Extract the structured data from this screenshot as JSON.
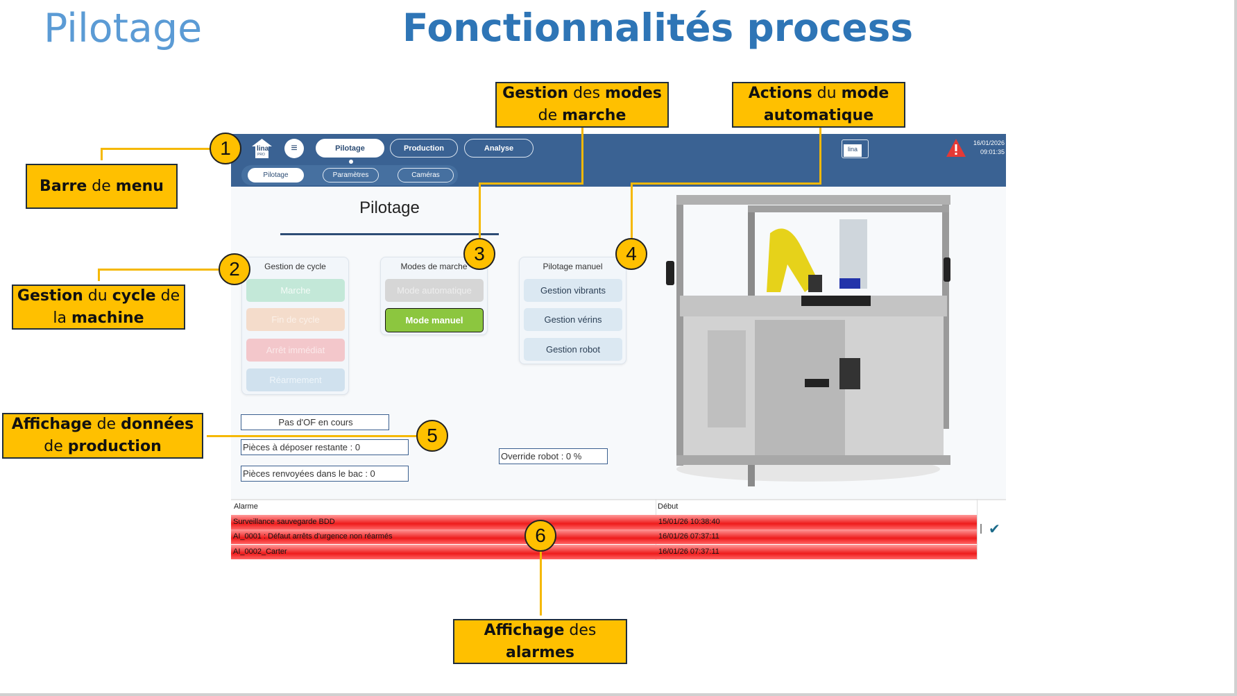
{
  "slide": {
    "title_left": "Pilotage",
    "title_main": "Fonctionnalités process"
  },
  "callouts": {
    "menu": [
      {
        "t": "Barre",
        "b": true
      },
      {
        "t": " de ",
        "b": false
      },
      {
        "t": "menu",
        "b": true
      }
    ],
    "cycle": [
      {
        "t": "Gestion",
        "b": true
      },
      {
        "t": " du ",
        "b": false
      },
      {
        "t": "cycle",
        "b": true
      },
      {
        "t": " de la ",
        "b": false
      },
      {
        "t": "machine",
        "b": true
      }
    ],
    "modes": [
      {
        "t": "Gestion",
        "b": true
      },
      {
        "t": " des ",
        "b": false
      },
      {
        "t": "modes",
        "b": true
      },
      {
        "t": " de ",
        "b": false
      },
      {
        "t": "marche",
        "b": true
      }
    ],
    "auto": [
      {
        "t": "Actions",
        "b": true
      },
      {
        "t": " du ",
        "b": false
      },
      {
        "t": "mode automatique",
        "b": true
      }
    ],
    "prod": [
      {
        "t": "Affichage",
        "b": true
      },
      {
        "t": " de ",
        "b": false
      },
      {
        "t": "données",
        "b": true
      },
      {
        "t": " de ",
        "b": false
      },
      {
        "t": "production",
        "b": true
      }
    ],
    "alarms": [
      {
        "t": "Affichage",
        "b": true
      },
      {
        "t": " des ",
        "b": false
      },
      {
        "t": "alarmes",
        "b": true
      }
    ]
  },
  "markers": [
    "1",
    "2",
    "3",
    "4",
    "5",
    "6"
  ],
  "header": {
    "logo": "lina",
    "logo_sub": "PRO",
    "tabs": [
      "Pilotage",
      "Production",
      "Analyse"
    ],
    "subtabs": [
      "Pilotage",
      "Paramètres",
      "Caméras"
    ],
    "date": "16/01/2026",
    "time": "09:01:35",
    "brand_logo": "lina"
  },
  "page": {
    "heading": "Pilotage"
  },
  "groups": {
    "cycle": {
      "title": "Gestion de cycle",
      "buttons": [
        "Marche",
        "Fin de cycle",
        "Arrêt immédiat",
        "Réarmement"
      ]
    },
    "modes": {
      "title": "Modes de marche",
      "buttons": [
        "Mode automatique",
        "Mode manuel"
      ]
    },
    "manual": {
      "title": "Pilotage manuel",
      "buttons": [
        "Gestion vibrants",
        "Gestion vérins",
        "Gestion robot"
      ]
    }
  },
  "production": {
    "of": "Pas d'OF en cours",
    "remaining": "Pièces à déposer restante : 0",
    "returned": "Pièces renvoyées dans le bac : 0",
    "override": "Override robot : 0 %"
  },
  "alarms": {
    "headers": [
      "Alarme",
      "Début"
    ],
    "rows": [
      {
        "name": "Surveillance sauvegarde BDD",
        "start": "15/01/26 10:38:40"
      },
      {
        "name": "AI_0001 : Défaut arrêts d'urgence non réarmés",
        "start": "16/01/26 07:37:11"
      },
      {
        "name": "AI_0002_Carter",
        "start": "16/01/26 07:37:11"
      }
    ]
  },
  "colors": {
    "accent": "#ffc000",
    "header": "#3a6293",
    "active_mode": "#8cc63f",
    "alarm": "#ee1c1c"
  }
}
